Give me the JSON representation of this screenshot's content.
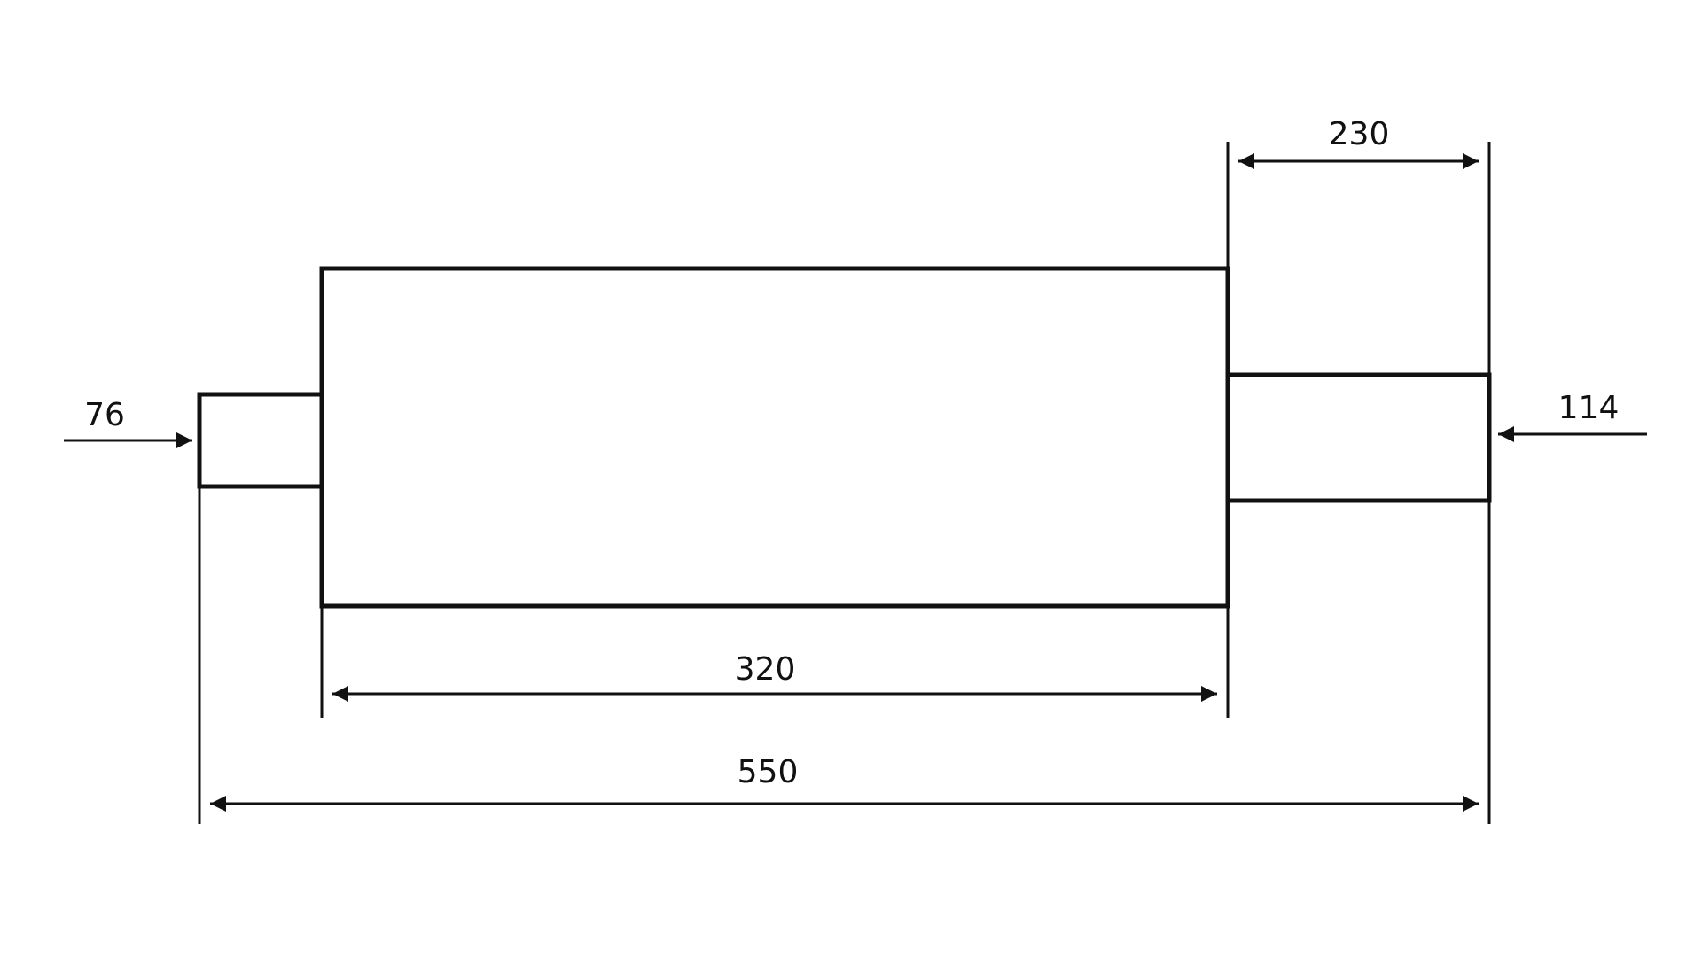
{
  "drawing": {
    "line_color": "#111111",
    "background": "#ffffff",
    "dimensions": {
      "inlet_diameter": "76",
      "outlet_diameter": "114",
      "outlet_pipe_length": "230",
      "body_length": "320",
      "overall_length": "550"
    }
  }
}
